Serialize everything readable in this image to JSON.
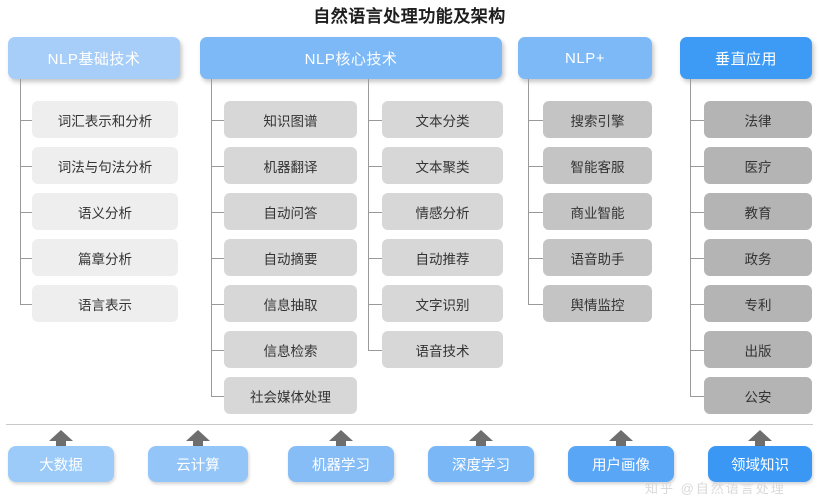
{
  "title": "自然语言处理功能及架构",
  "colors": {
    "header_1": "#a6cef9",
    "header_2": "#7cb9f6",
    "header_3": "#7cb9f6",
    "header_4": "#3d9bf5",
    "node_col1": "#eeeeee",
    "node_col2": "#d7d7d7",
    "node_col3": "#c4c4c4",
    "node_col4": "#b4b4b4",
    "line": "#9a9a9a",
    "arrow": "#6e6e6e",
    "divider": "#c9c9c9",
    "title_text": "#1d1d1d",
    "node_text": "#333333"
  },
  "columns": [
    {
      "id": "nlp-basic",
      "header": "NLP基础技术",
      "groups": [
        {
          "items": [
            "词汇表示和分析",
            "词法与句法分析",
            "语义分析",
            "篇章分析",
            "语言表示"
          ]
        }
      ]
    },
    {
      "id": "nlp-core",
      "header": "NLP核心技术",
      "groups": [
        {
          "items": [
            "知识图谱",
            "机器翻译",
            "自动问答",
            "自动摘要",
            "信息抽取",
            "信息检索",
            "社会媒体处理"
          ]
        },
        {
          "items": [
            "文本分类",
            "文本聚类",
            "情感分析",
            "自动推荐",
            "文字识别",
            "语音技术"
          ]
        }
      ]
    },
    {
      "id": "nlp-plus",
      "header": "NLP+",
      "groups": [
        {
          "items": [
            "搜索引擎",
            "智能客服",
            "商业智能",
            "语音助手",
            "舆情监控"
          ]
        }
      ]
    },
    {
      "id": "vertical-apps",
      "header": "垂直应用",
      "groups": [
        {
          "items": [
            "法律",
            "医疗",
            "教育",
            "政务",
            "专利",
            "出版",
            "公安"
          ]
        }
      ]
    }
  ],
  "foundation": {
    "items": [
      {
        "label": "大数据",
        "color": "#9ccbf9"
      },
      {
        "label": "云计算",
        "color": "#93c5f8"
      },
      {
        "label": "机器学习",
        "color": "#86bdf7"
      },
      {
        "label": "深度学习",
        "color": "#7ab7f6"
      },
      {
        "label": "用户画像",
        "color": "#58a6f5"
      },
      {
        "label": "领域知识",
        "color": "#3a97f4"
      }
    ]
  },
  "watermark": "知乎 @自然语言处理"
}
